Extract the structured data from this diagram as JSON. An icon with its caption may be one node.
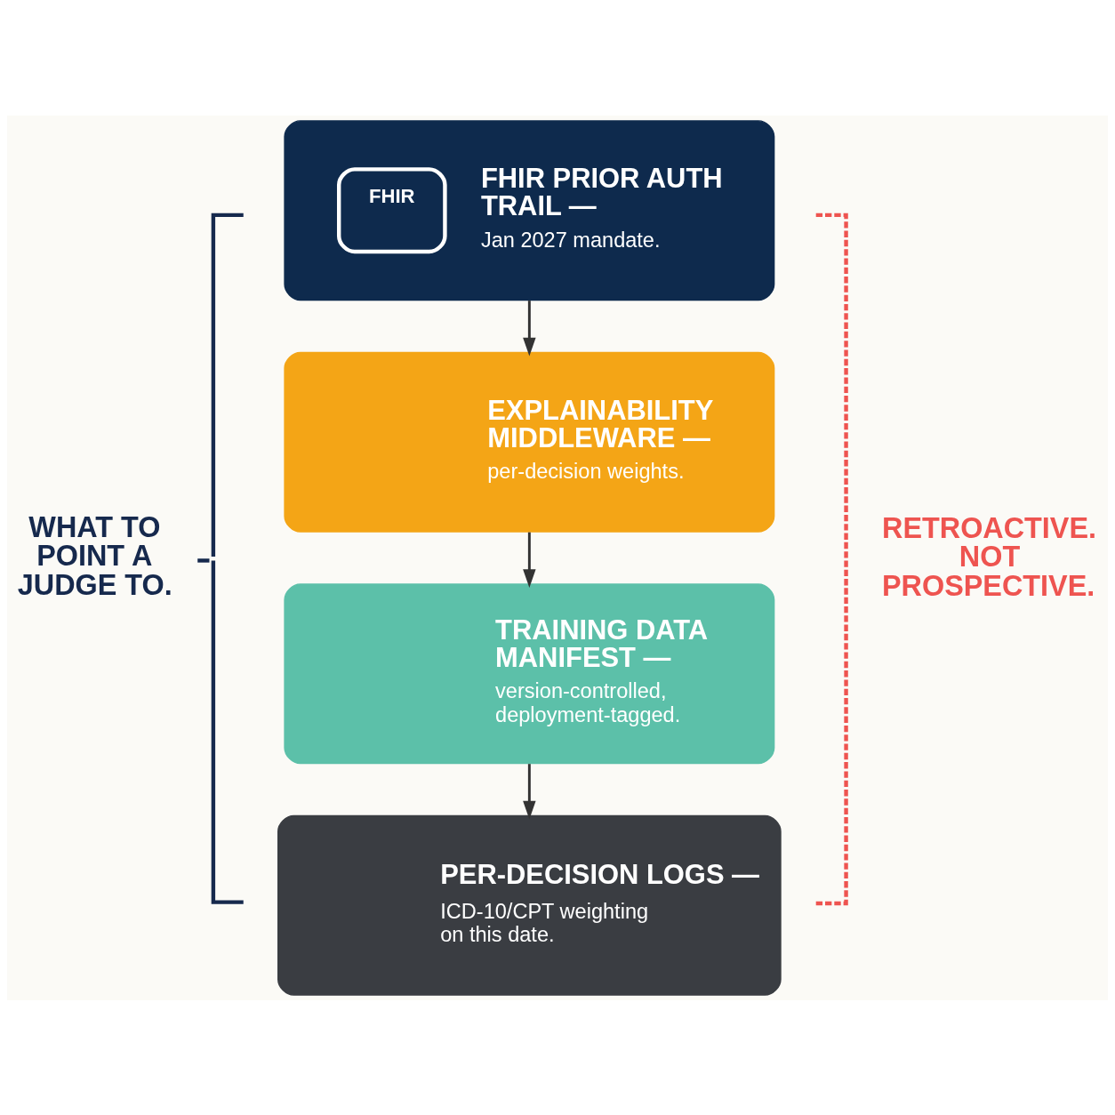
{
  "diagram": {
    "nodes": [
      {
        "text": [
          "FHIR",
          "FHIR PRIOR AUTH TRAIL —",
          "Jan 2027 mandate."
        ]
      },
      {
        "text": [
          "EXPLAINABILITY MIDDLEWARE —",
          "per-decision weights."
        ]
      },
      {
        "text": [
          "TRAINING DATA MANIFEST —",
          "version-controlled, deployment-tagged."
        ]
      },
      {
        "text": [
          "PER-DECISION LOGS —",
          "ICD-10/CPT weighting on this date."
        ]
      }
    ],
    "edges": [
      {
        "from": 0,
        "to": 1,
        "arrow": "to"
      },
      {
        "from": 1,
        "to": 2,
        "arrow": "to"
      },
      {
        "from": 2,
        "to": 3,
        "arrow": "to"
      }
    ],
    "labels": [
      "WHAT TO POINT A JUDGE TO.",
      "RETROACTIVE. NOT PROSPECTIVE."
    ]
  }
}
